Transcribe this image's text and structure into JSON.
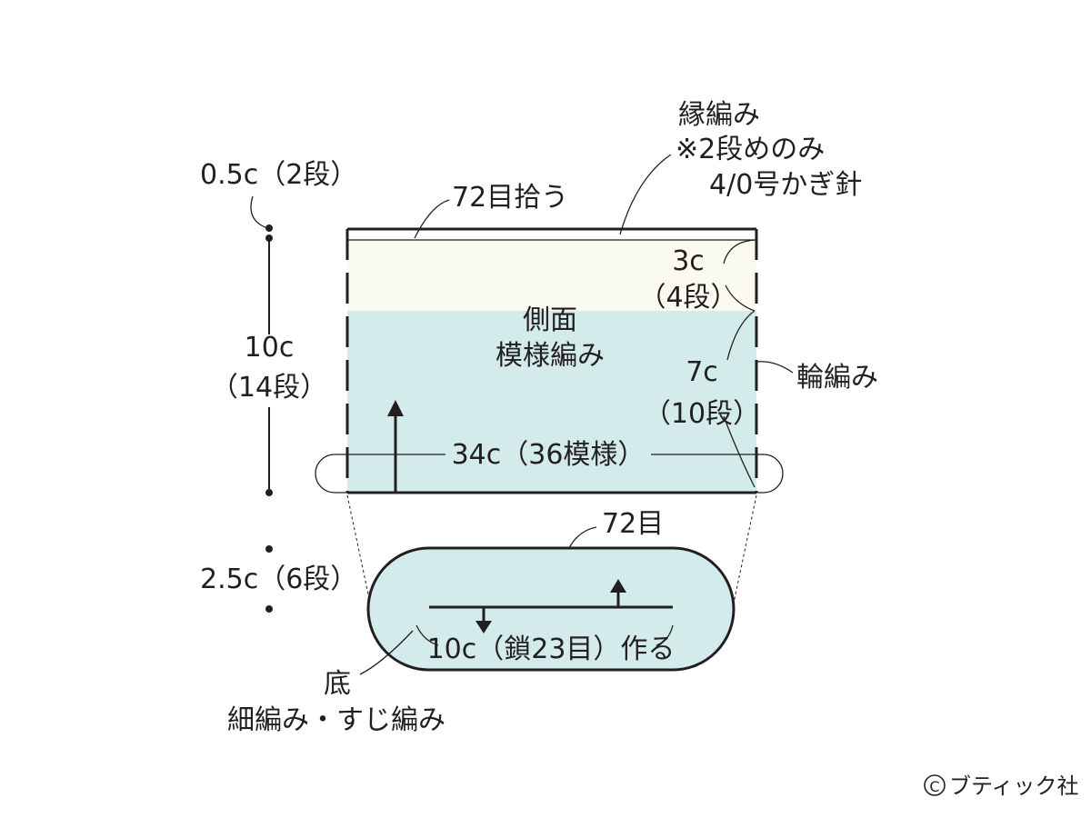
{
  "colors": {
    "line": "#231f20",
    "edging_fill": "#fbfaf1",
    "body_fill": "#d3ebea",
    "bottom_fill": "#d3ebea",
    "background": "#ffffff"
  },
  "labels": {
    "edging_title": "縁編み",
    "edging_note": "※2段めのみ",
    "edging_hook": "4/0号かぎ針",
    "pickup": "72目拾う",
    "edging_height": "0.5c（2段）",
    "total_height_cm": "10c",
    "total_height_rows": "（14段）",
    "upper_height_cm": "3c",
    "upper_height_rows": "（4段）",
    "side_title": "側面",
    "side_pattern": "模様編み",
    "lower_height_cm": "7c",
    "lower_height_rows": "（10段）",
    "round_knit": "輪編み",
    "circumference": "34c（36模様）",
    "bottom_stitches": "72目",
    "bottom_height": "2.5c（6段）",
    "chain_start": "10c（鎖23目）作る",
    "bottom_title": "底",
    "bottom_pattern": "細編み・すじ編み",
    "copyright_symbol": "C",
    "copyright_owner": "ブティック社"
  }
}
